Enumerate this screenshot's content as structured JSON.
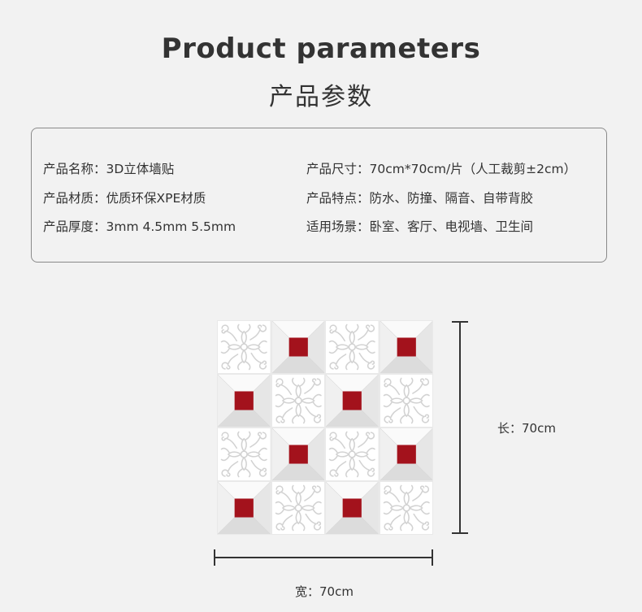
{
  "header": {
    "title_en": "Product parameters",
    "title_cn": "产品参数"
  },
  "params": {
    "name": "产品名称：3D立体墙贴",
    "size": "产品尺寸：70cm*70cm/片（人工裁剪±2cm）",
    "material": "产品材质：优质环保XPE材质",
    "features": "产品特点：防水、防撞、隔音、自带背胶",
    "thickness": "产品厚度：3mm  4.5mm  5.5mm",
    "usage": "适用场景：卧室、客厅、电视墙、卫生间"
  },
  "dimensions": {
    "length_label": "长：70cm",
    "width_label": "宽：70cm"
  },
  "product_grid": {
    "pattern": [
      [
        "ornament",
        "red-square",
        "ornament",
        "red-square"
      ],
      [
        "red-square",
        "ornament",
        "red-square",
        "ornament"
      ],
      [
        "ornament",
        "red-square",
        "ornament",
        "red-square"
      ],
      [
        "red-square",
        "ornament",
        "red-square",
        "ornament"
      ]
    ],
    "colors": {
      "tile": "#ffffff",
      "accent": "#a3121c",
      "bevel": "#dcdcdc",
      "ornament": "#d2d2d2"
    }
  }
}
